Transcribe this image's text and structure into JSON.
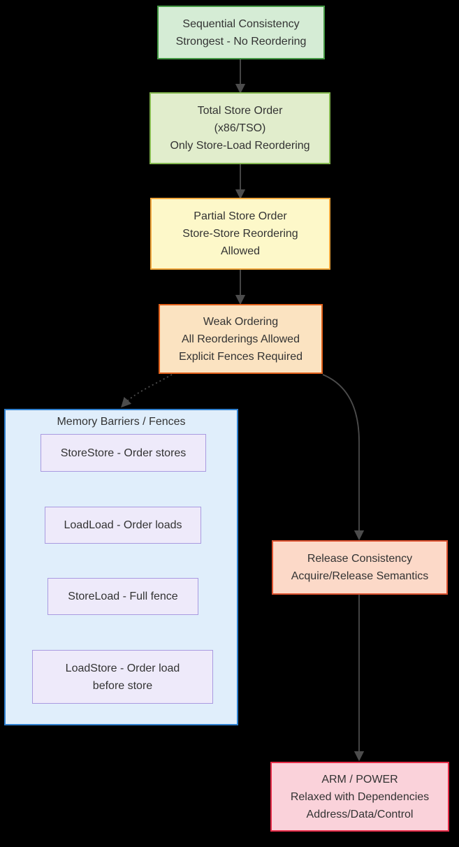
{
  "canvas": {
    "background": "#000000"
  },
  "colors": {
    "edge": "#4c4c4c",
    "text": "#333333"
  },
  "nodes": {
    "seq": {
      "lines": [
        "Sequential Consistency",
        "Strongest - No Reordering"
      ],
      "fill": "#d5ecd5",
      "border": "#449944"
    },
    "tso": {
      "lines": [
        "Total Store Order",
        "(x86/TSO)",
        "Only Store-Load Reordering"
      ],
      "fill": "#e1edcc",
      "border": "#85b950"
    },
    "pso": {
      "lines": [
        "Partial Store Order",
        "Store-Store Reordering",
        "Allowed"
      ],
      "fill": "#fdf8c9",
      "border": "#f2a83d"
    },
    "weak": {
      "lines": [
        "Weak Ordering",
        "All Reorderings Allowed",
        "Explicit Fences Required"
      ],
      "fill": "#fbe3c1",
      "border": "#e2611b"
    },
    "release": {
      "lines": [
        "Release Consistency",
        "Acquire/Release Semantics"
      ],
      "fill": "#fcd9c8",
      "border": "#dd5230"
    },
    "arm": {
      "lines": [
        "ARM / POWER",
        "Relaxed with Dependencies",
        "Address/Data/Control"
      ],
      "fill": "#fad2da",
      "border": "#e52c48"
    }
  },
  "barriers": {
    "title": "Memory Barriers / Fences",
    "fill": "#e0eefb",
    "border": "#3080cf",
    "item_fill": "#eeeafa",
    "item_border": "#a99ae0",
    "items": [
      {
        "lines": [
          "StoreStore - Order stores"
        ]
      },
      {
        "lines": [
          "LoadLoad - Order loads"
        ]
      },
      {
        "lines": [
          "StoreLoad - Full fence"
        ]
      },
      {
        "lines": [
          "LoadStore - Order load",
          "before store"
        ]
      }
    ]
  }
}
